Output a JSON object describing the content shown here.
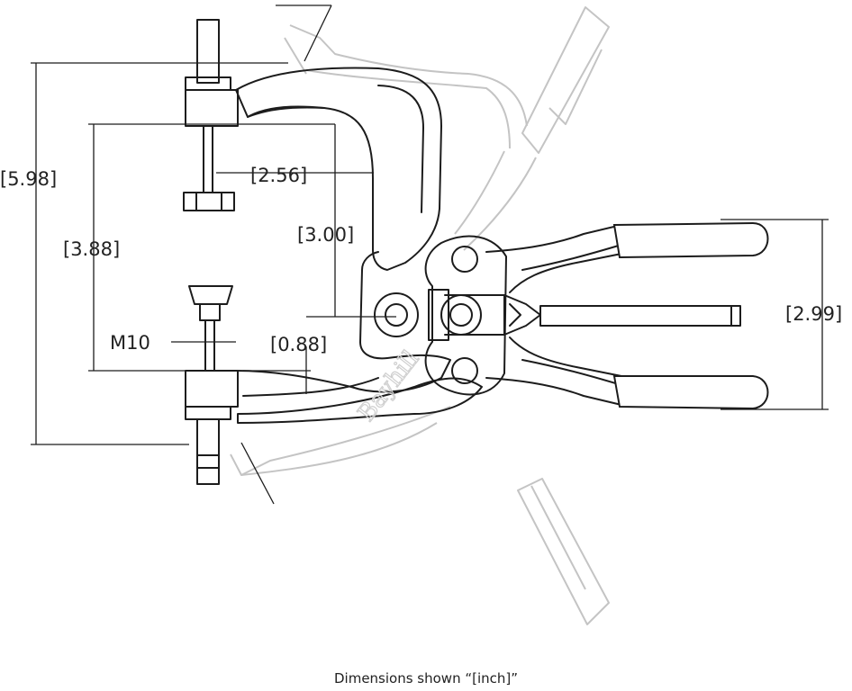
{
  "dimensions": {
    "overall_height": "[5.98]",
    "opening_height": "[3.88]",
    "throat_depth": "[2.56]",
    "throat_height": "[3.00]",
    "pivot_offset": "[0.88]",
    "handle_spread": "[2.99]",
    "thread_size": "M10"
  },
  "watermark": "Bayhill",
  "caption": "Dimensions shown “[inch]”"
}
